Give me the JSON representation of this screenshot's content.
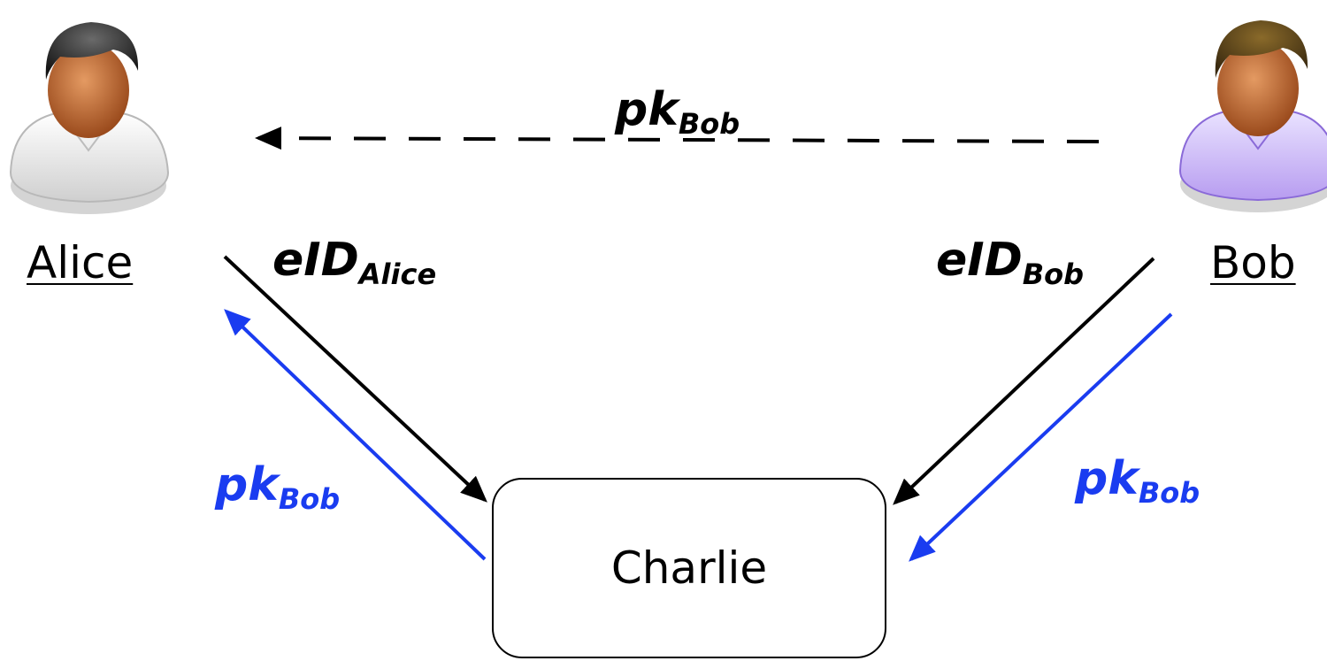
{
  "actors": {
    "alice": {
      "name": "Alice"
    },
    "bob": {
      "name": "Bob"
    },
    "charlie": {
      "name": "Charlie"
    }
  },
  "messages": {
    "top": {
      "base": "pk",
      "sub": "Bob",
      "color": "#000000",
      "style": "dashed"
    },
    "alice_to_charlie": {
      "base": "eID",
      "sub": "Alice",
      "color": "#000000"
    },
    "bob_to_charlie": {
      "base": "eID",
      "sub": "Bob",
      "color": "#000000"
    },
    "charlie_to_alice": {
      "base": "pk",
      "sub": "Bob",
      "color": "#1a3cf0"
    },
    "bob_to_charlie_blue": {
      "base": "pk",
      "sub": "Bob",
      "color": "#1a3cf0"
    }
  },
  "icons": {
    "alice": "person-avatar-icon",
    "bob": "person-avatar-icon"
  }
}
